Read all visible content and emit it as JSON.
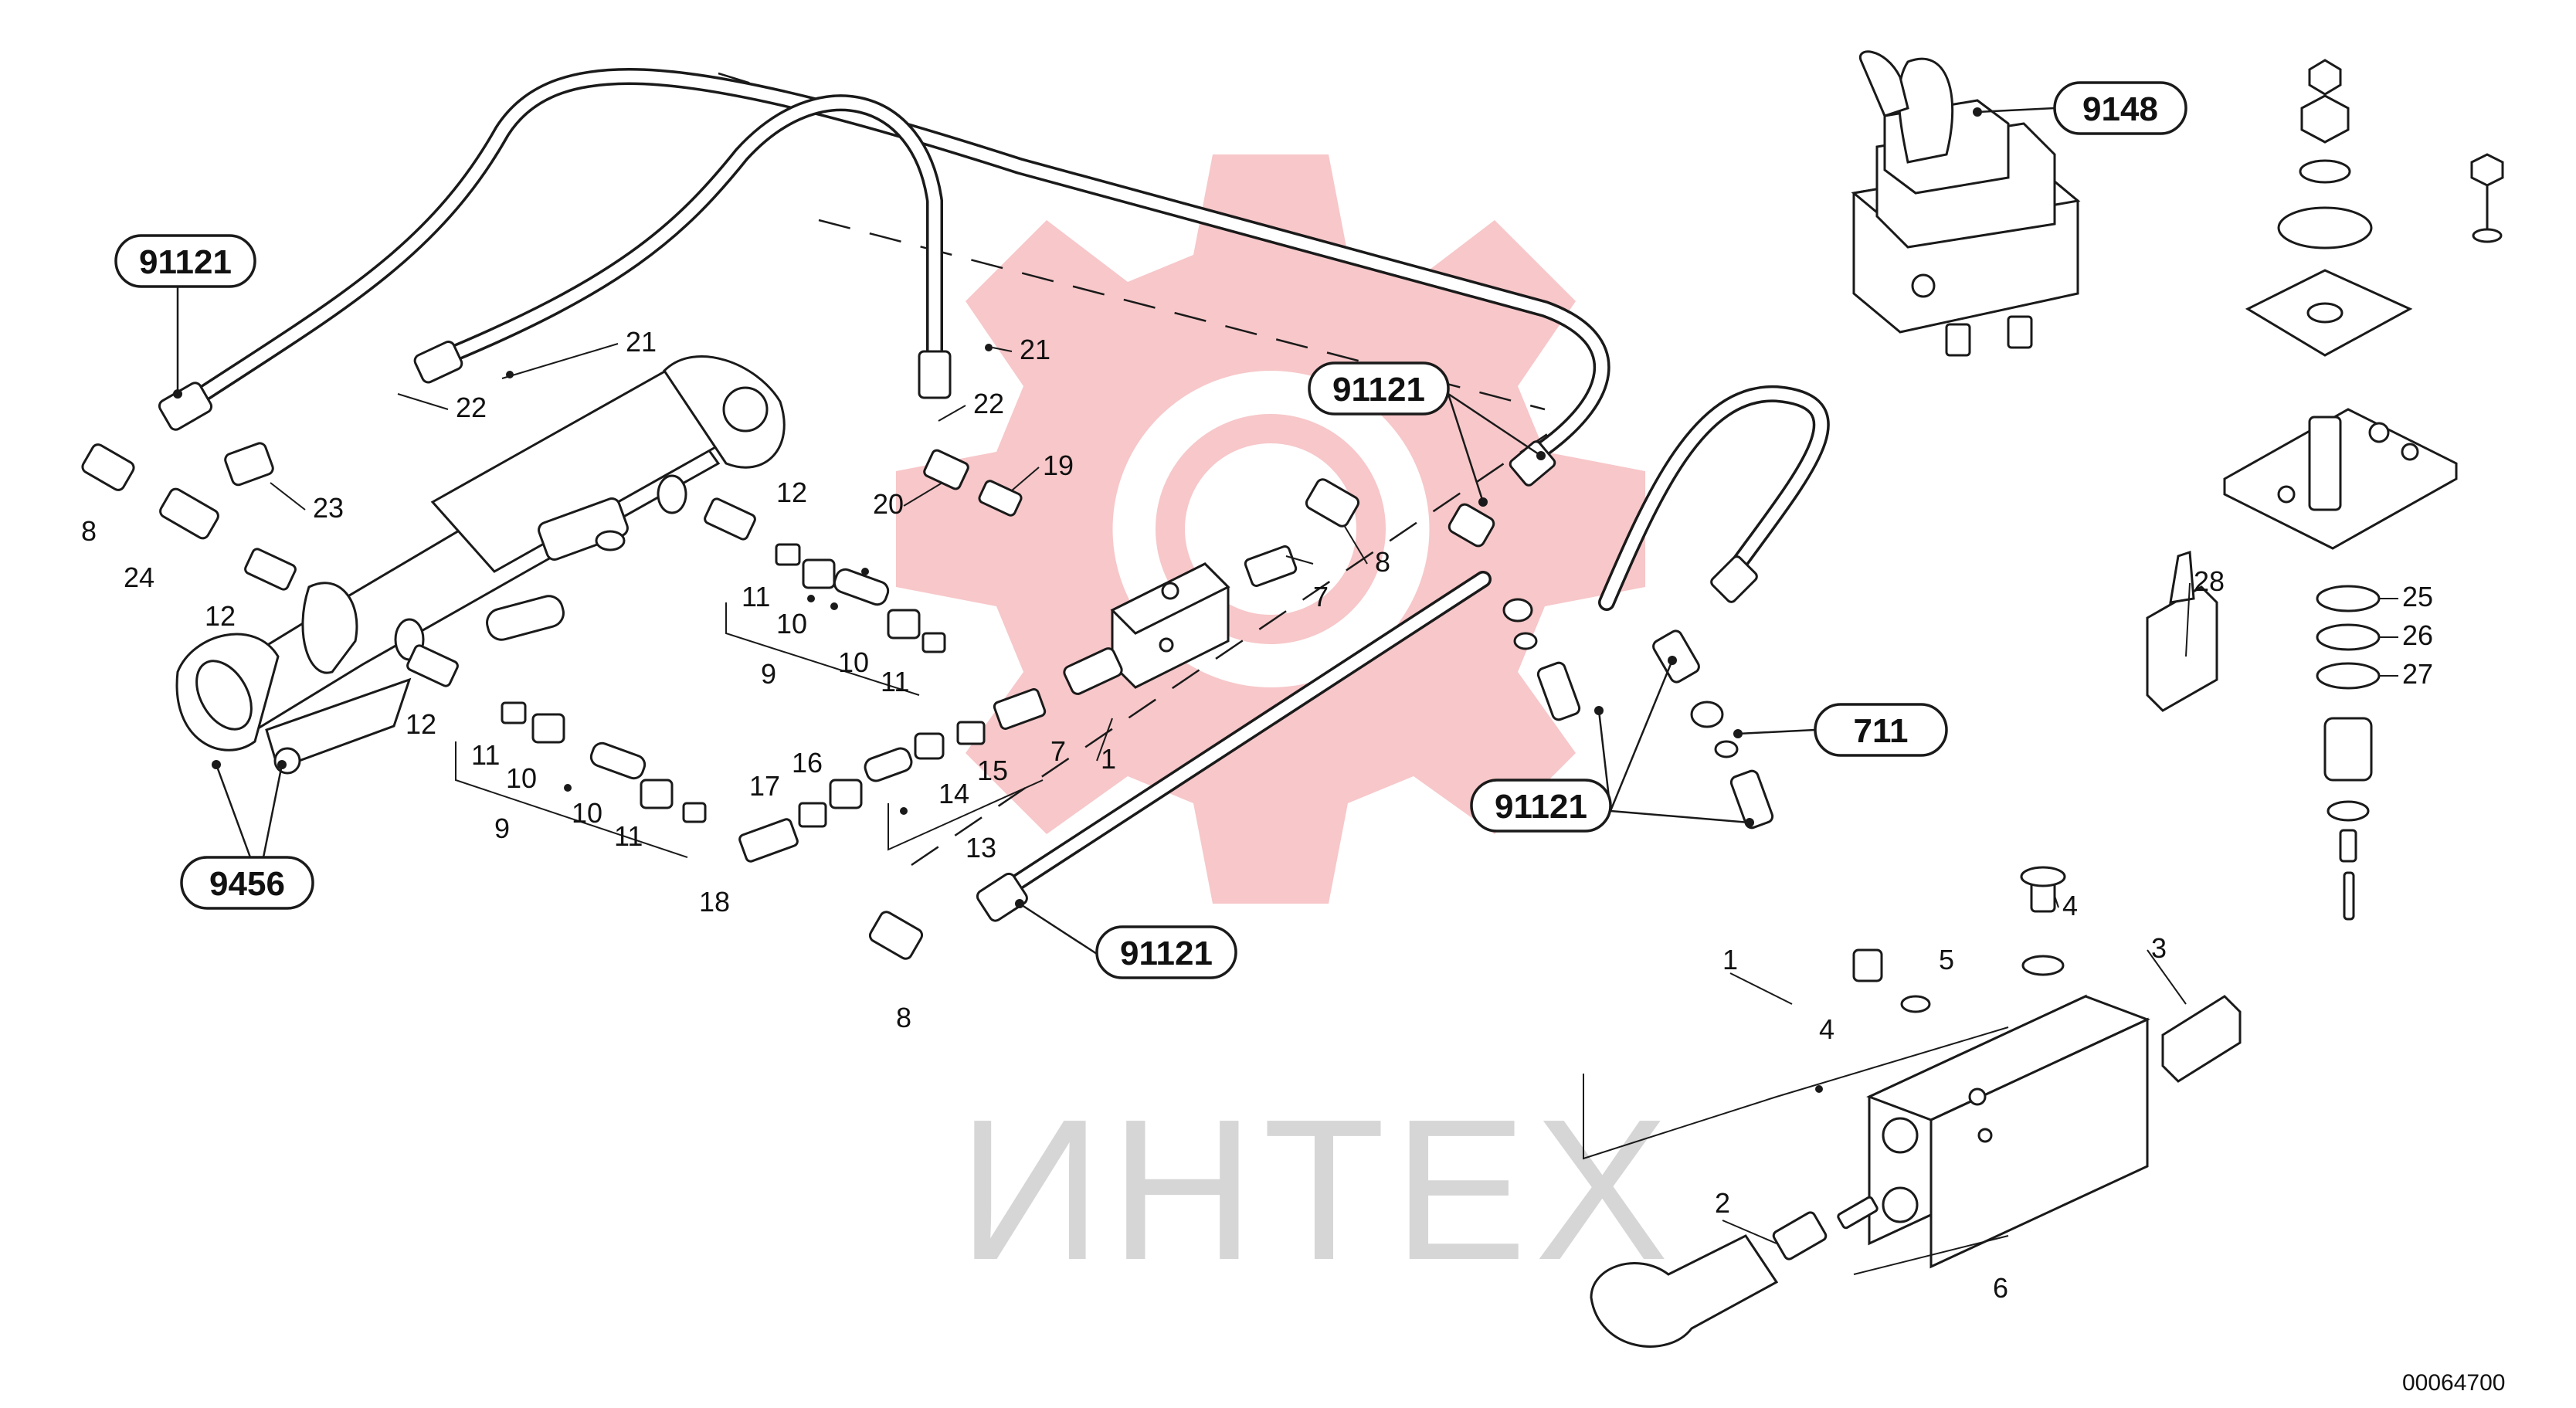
{
  "watermark": {
    "text": "ИНТЕХ",
    "gear_color": "#f7c7c9",
    "text_color": "#d6d6d6"
  },
  "document_number": "00064700",
  "callouts": [
    {
      "id": "c1",
      "label": "91121"
    },
    {
      "id": "c2",
      "label": "91121"
    },
    {
      "id": "c3",
      "label": "91121"
    },
    {
      "id": "c4",
      "label": "91121"
    },
    {
      "id": "c5",
      "label": "9148"
    },
    {
      "id": "c6",
      "label": "711"
    },
    {
      "id": "c7",
      "label": "9456"
    }
  ],
  "part_labels": [
    "21",
    "22",
    "23",
    "8",
    "24",
    "12",
    "21",
    "22",
    "20",
    "19",
    "12",
    "11",
    "10",
    "10",
    "11",
    "9",
    "8",
    "7",
    "12",
    "11",
    "10",
    "10",
    "11",
    "9",
    "7",
    "1",
    "15",
    "14",
    "16",
    "17",
    "13",
    "18",
    "8",
    "28",
    "25",
    "26",
    "27",
    "4",
    "5",
    "4",
    "3",
    "1",
    "2",
    "6"
  ]
}
